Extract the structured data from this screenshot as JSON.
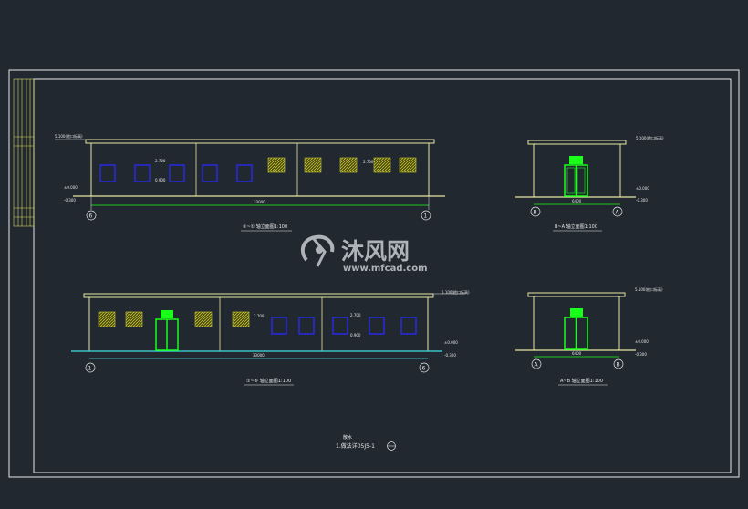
{
  "elevations": {
    "top_left": {
      "caption": "⑥~①  轴立面图1:100",
      "axis_start": "6",
      "axis_end": "1",
      "dimension": "33000",
      "level_roof": "5.100(檐口标高)",
      "level_floor": "±0.000",
      "level_ground": "-0.300",
      "window_top": "2.700",
      "window_bottom": "0.900"
    },
    "top_right": {
      "caption": "B~A  轴立面图1:100",
      "axis_start": "B",
      "axis_end": "A",
      "dimension": "6400",
      "level_roof": "5.100(檐口标高)",
      "level_floor": "±0.000",
      "level_ground": "-0.300"
    },
    "bottom_left": {
      "caption": "①~⑥  轴立面图1:100",
      "axis_start": "1",
      "axis_end": "6",
      "dimension": "33000",
      "level_roof": "5.100(檐口标高)",
      "level_floor": "±0.000",
      "level_ground": "-0.300",
      "window_top": "2.700",
      "window_bottom": "0.900"
    },
    "bottom_right": {
      "caption": "A~B  轴立面图1:100",
      "axis_start": "A",
      "axis_end": "B",
      "dimension": "6400",
      "level_roof": "5.100(檐口标高)",
      "level_floor": "±0.000",
      "level_ground": "-0.300"
    }
  },
  "note": {
    "title": "散水",
    "text": "1.做法详05J5-1"
  },
  "watermark": {
    "brand": "沐风网",
    "url": "www.mfcad.com"
  },
  "colors": {
    "background": "#212830",
    "frame": "#ffffff",
    "wall": "#e8e8a0",
    "door": "#19ff19",
    "window_blue": "#2a2aff",
    "window_hatch": "#b0b020",
    "ground": "#40e0e0"
  }
}
